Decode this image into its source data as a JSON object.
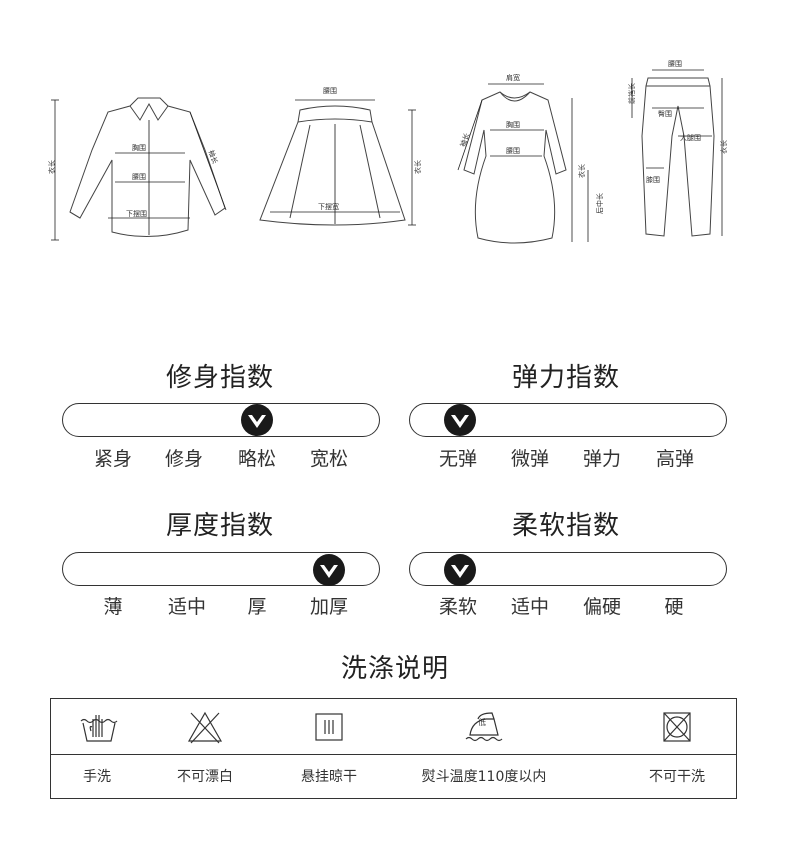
{
  "garments": {
    "shirt": {
      "length": "衣长",
      "chest": "胸围",
      "sleeve": "袖长",
      "waist": "腰围",
      "hem": "下摆围"
    },
    "skirt": {
      "waist": "腰围",
      "hem": "下摆宽",
      "length": "衣长"
    },
    "dress": {
      "shoulder": "肩宽",
      "sleeve": "袖长",
      "chest": "胸围",
      "waist": "腰围",
      "length": "衣长",
      "back_length": "后中长"
    },
    "pants": {
      "waist": "腰围",
      "front_rise": "前裆长",
      "hip": "臀围",
      "thigh": "大腿围",
      "knee": "膝围",
      "length": "衣长"
    }
  },
  "indices": [
    {
      "title": "修身指数",
      "options": [
        "紧身",
        "修身",
        "略松",
        "宽松"
      ],
      "selected": 2,
      "selected_text": "略松"
    },
    {
      "title": "弹力指数",
      "options": [
        "无弹",
        "微弹",
        "弹力",
        "高弹"
      ],
      "selected": 0,
      "selected_text": "无弹"
    },
    {
      "title": "厚度指数",
      "options": [
        "薄",
        "适中",
        "厚",
        "加厚"
      ],
      "selected": 3,
      "selected_text": "加厚"
    },
    {
      "title": "柔软指数",
      "options": [
        "柔软",
        "适中",
        "偏硬",
        "硬"
      ],
      "selected": 0,
      "selected_text": "柔软"
    }
  ],
  "wash": {
    "title": "洗涤说明",
    "items": [
      {
        "label": "手洗",
        "icon": "hand-wash-icon"
      },
      {
        "label": "不可漂白",
        "icon": "no-bleach-icon"
      },
      {
        "label": "悬挂晾干",
        "icon": "hang-dry-icon"
      },
      {
        "label": "熨斗温度110度以内",
        "icon": "iron-low-icon",
        "icon_text": "低"
      },
      {
        "label": "不可干洗",
        "icon": "no-dry-clean-icon"
      }
    ]
  },
  "colors": {
    "line": "#333333",
    "marker": "#1a1a1a",
    "background": "#ffffff"
  }
}
